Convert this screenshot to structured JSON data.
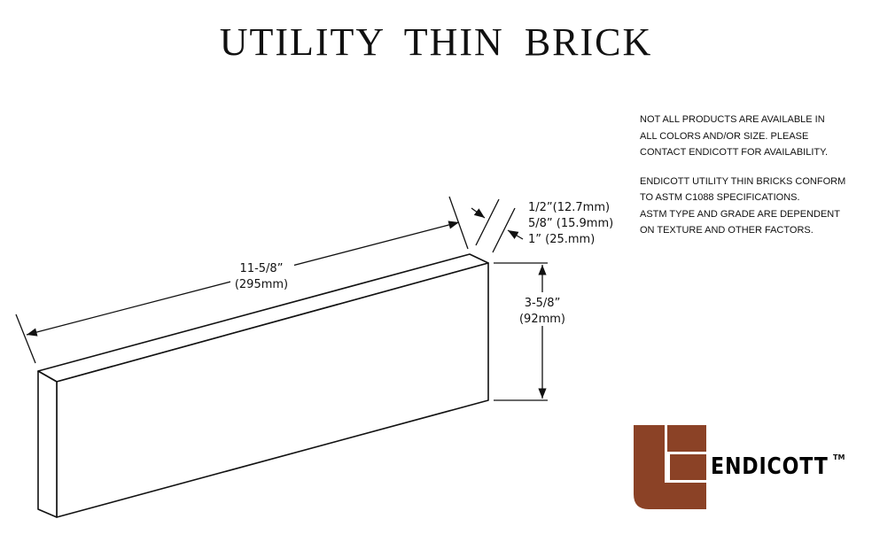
{
  "title": "UTILITY THIN BRICK",
  "notes": [
    "NOT ALL PRODUCTS ARE AVAILABLE IN\nALL COLORS AND/OR SIZE. PLEASE\nCONTACT ENDICOTT FOR AVAILABILITY.",
    "ENDICOTT UTILITY THIN BRICKS CONFORM\nTO ASTM C1088 SPECIFICATIONS.\nASTM TYPE AND GRADE ARE DEPENDENT\nON TEXTURE AND OTHER FACTORS."
  ],
  "dimensions": {
    "length": [
      "11-5/8”",
      "(295mm)"
    ],
    "height": [
      "3-5/8”",
      "(92mm)"
    ],
    "thickness": [
      "1/2”(12.7mm)",
      "5/8” (15.9mm)",
      "1” (25.mm)"
    ]
  },
  "logo": {
    "name": "ENDICOTT",
    "trademark": "TM",
    "color": "#8B4226"
  }
}
